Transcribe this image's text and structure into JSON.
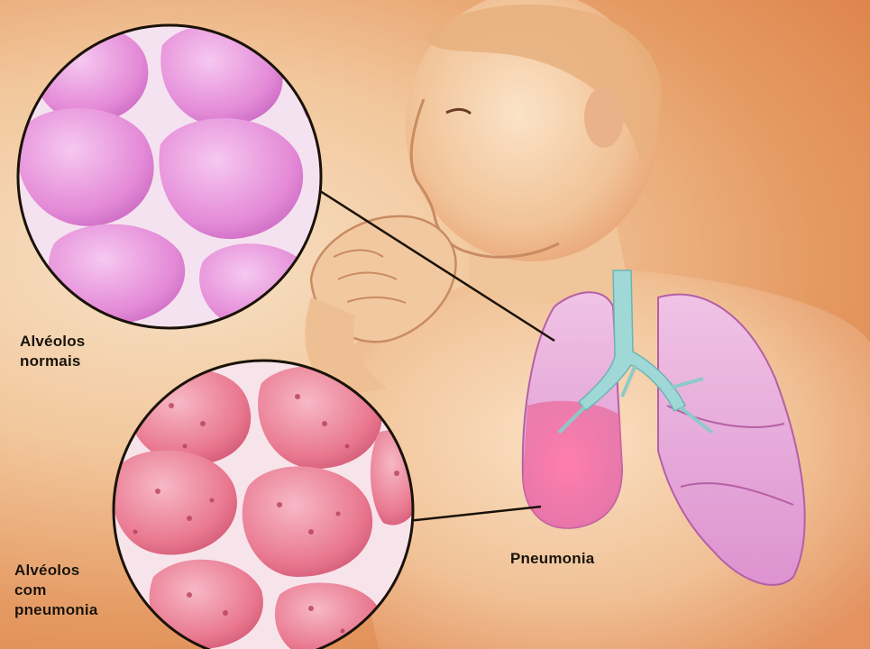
{
  "labels": {
    "normal_alveoli": [
      "Alvéolos",
      "normais"
    ],
    "pneumonia_alveoli": [
      "Alvéolos",
      "com",
      "pneumonia"
    ],
    "pneumonia": "Pneumonia"
  },
  "colors": {
    "background_warm": "#e9925a",
    "skin": "#f4c9a0",
    "normal_alveoli": "#e488d6",
    "inflamed_alveoli": "#e9728f",
    "lung": "#e7a6d6",
    "infected_lobe": "#f06a9c",
    "trachea": "#9fd8d6"
  }
}
